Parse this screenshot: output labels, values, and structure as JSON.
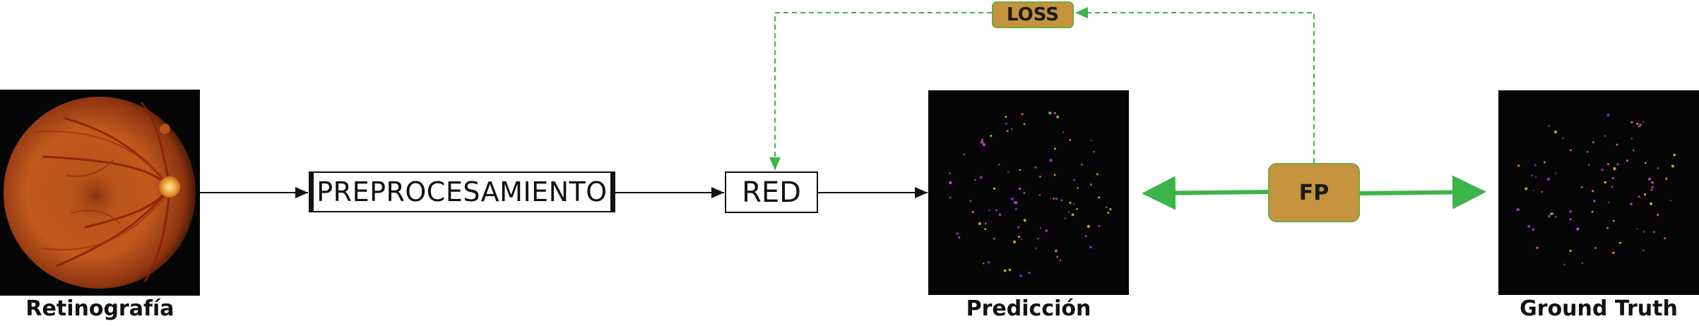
{
  "captions": {
    "fundus": "Retinografía",
    "prediction": "Predicción",
    "ground_truth": "Ground Truth"
  },
  "boxes": {
    "preprocessing": "PREPROCESAMIENTO",
    "network": "RED",
    "loss": "LOSS",
    "fp": "FP"
  },
  "colors": {
    "accent_green": "#3cb44a",
    "box_fill": "#c6933f",
    "panel_bg": "#050505",
    "fundus_orange": "#c0541c"
  }
}
